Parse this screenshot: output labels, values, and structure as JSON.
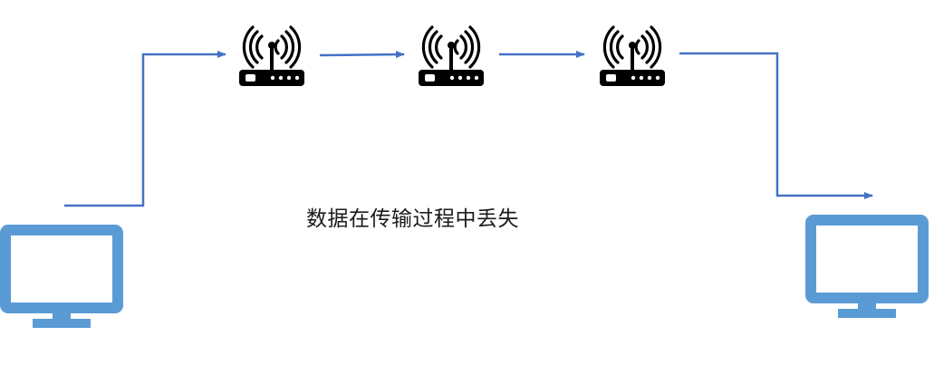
{
  "diagram": {
    "caption": "数据在传输过程中丢失",
    "colors": {
      "arrow": "#4472c4",
      "computer": "#5b9bd5",
      "router": "#000000",
      "background": "#ffffff"
    },
    "nodes": [
      {
        "id": "computer-sender",
        "icon": "monitor-icon"
      },
      {
        "id": "router-1",
        "icon": "wifi-router-icon"
      },
      {
        "id": "router-2",
        "icon": "wifi-router-icon"
      },
      {
        "id": "router-3",
        "icon": "wifi-router-icon"
      },
      {
        "id": "computer-receiver",
        "icon": "monitor-icon"
      }
    ],
    "edges": [
      {
        "from": "computer-sender",
        "to": "router-1"
      },
      {
        "from": "router-1",
        "to": "router-2"
      },
      {
        "from": "router-2",
        "to": "router-3"
      },
      {
        "from": "router-3",
        "to": "computer-receiver"
      }
    ]
  }
}
